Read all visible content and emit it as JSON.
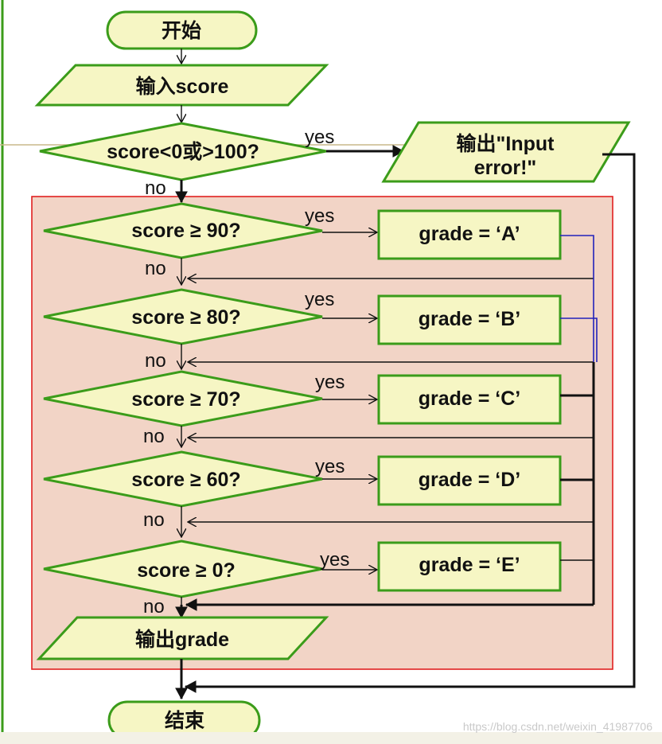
{
  "colors": {
    "shape_fill": "#f6f6c4",
    "shape_border": "#3b9c1a",
    "region_fill": "#f2d4c6",
    "region_border": "#e02020",
    "merge_line": "#2222bb",
    "arrow": "#111111"
  },
  "nodes": {
    "start": "开始",
    "input": "输入score",
    "check_range": "score<0或>100?",
    "error_output_line1": "输出\"Input",
    "error_output_line2": "error!\"",
    "cond_90": "score ≥ 90?",
    "cond_80": "score ≥ 80?",
    "cond_70": "score ≥ 70?",
    "cond_60": "score ≥ 60?",
    "cond_0": "score ≥ 0?",
    "grade_a": "grade = ‘A’",
    "grade_b": "grade = ‘B’",
    "grade_c": "grade = ‘C’",
    "grade_d": "grade = ‘D’",
    "grade_e": "grade = ‘E’",
    "output_grade": "输出grade",
    "end": "结束"
  },
  "labels": {
    "yes": "yes",
    "no": "no"
  },
  "watermark": "https://blog.csdn.net/weixin_41987706"
}
